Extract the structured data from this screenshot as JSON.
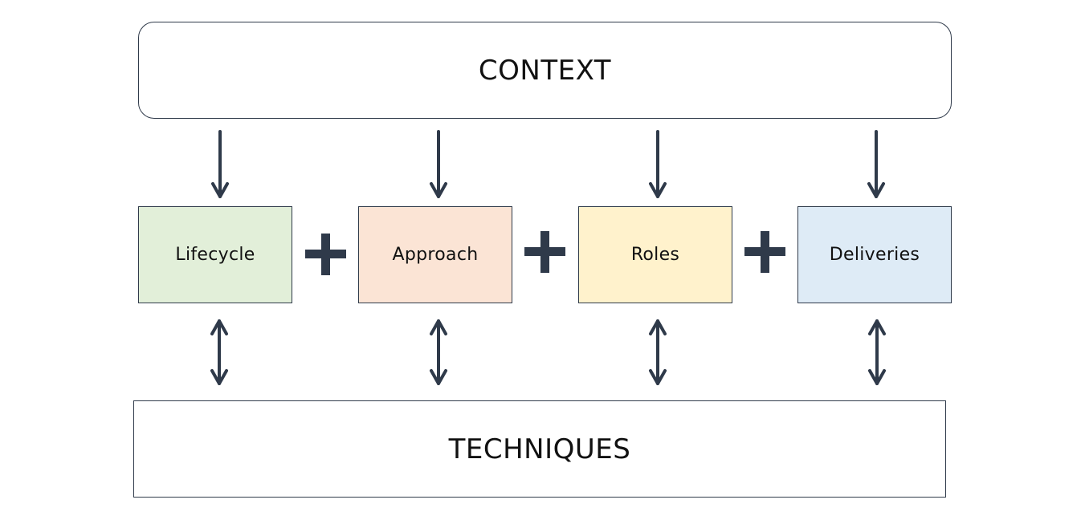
{
  "context": {
    "label": "CONTEXT"
  },
  "techniques": {
    "label": "TECHNIQUES"
  },
  "components": [
    {
      "label": "Lifecycle",
      "color": "#e2efd9"
    },
    {
      "label": "Approach",
      "color": "#fbe4d5"
    },
    {
      "label": "Roles",
      "color": "#fff2cc"
    },
    {
      "label": "Deliveries",
      "color": "#deebf6"
    }
  ],
  "operator": "+",
  "colors": {
    "stroke": "#2f3a4a"
  }
}
